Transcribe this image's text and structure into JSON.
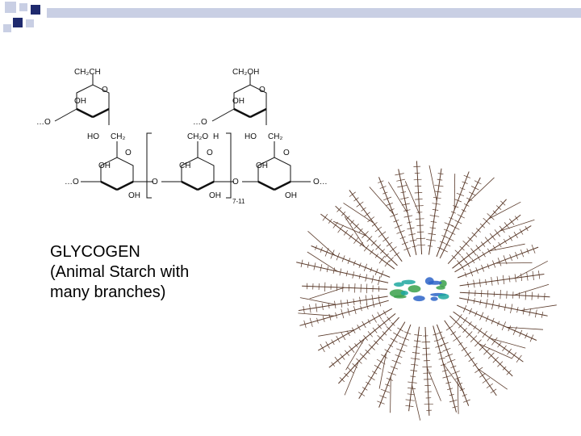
{
  "slide": {
    "caption_lines": [
      "GLYCOGEN",
      "(Animal Starch with",
      "many branches)"
    ]
  },
  "structure": {
    "left_top_ch2": "CH₂CH",
    "right_top_ch2": "CH₂OH",
    "mid_ch2": "CH₂O",
    "mid_ch2_suffix": "H",
    "repeat_subscript": "7-11",
    "ring_labels": {
      "oh": "OH",
      "ho": "HO",
      "ch": "CH",
      "o": "O",
      "ch2": "CH₂",
      "end_o": "…O",
      "end_o_right": "O…"
    }
  },
  "colors": {
    "accent_square_dark": "#1f2a6e",
    "accent_square_light": "#c9cfe4",
    "branch_color": "#5a3a2a",
    "protein_blue": "#2d64c8",
    "protein_green": "#3aa14a",
    "protein_teal": "#1ea8a0"
  }
}
